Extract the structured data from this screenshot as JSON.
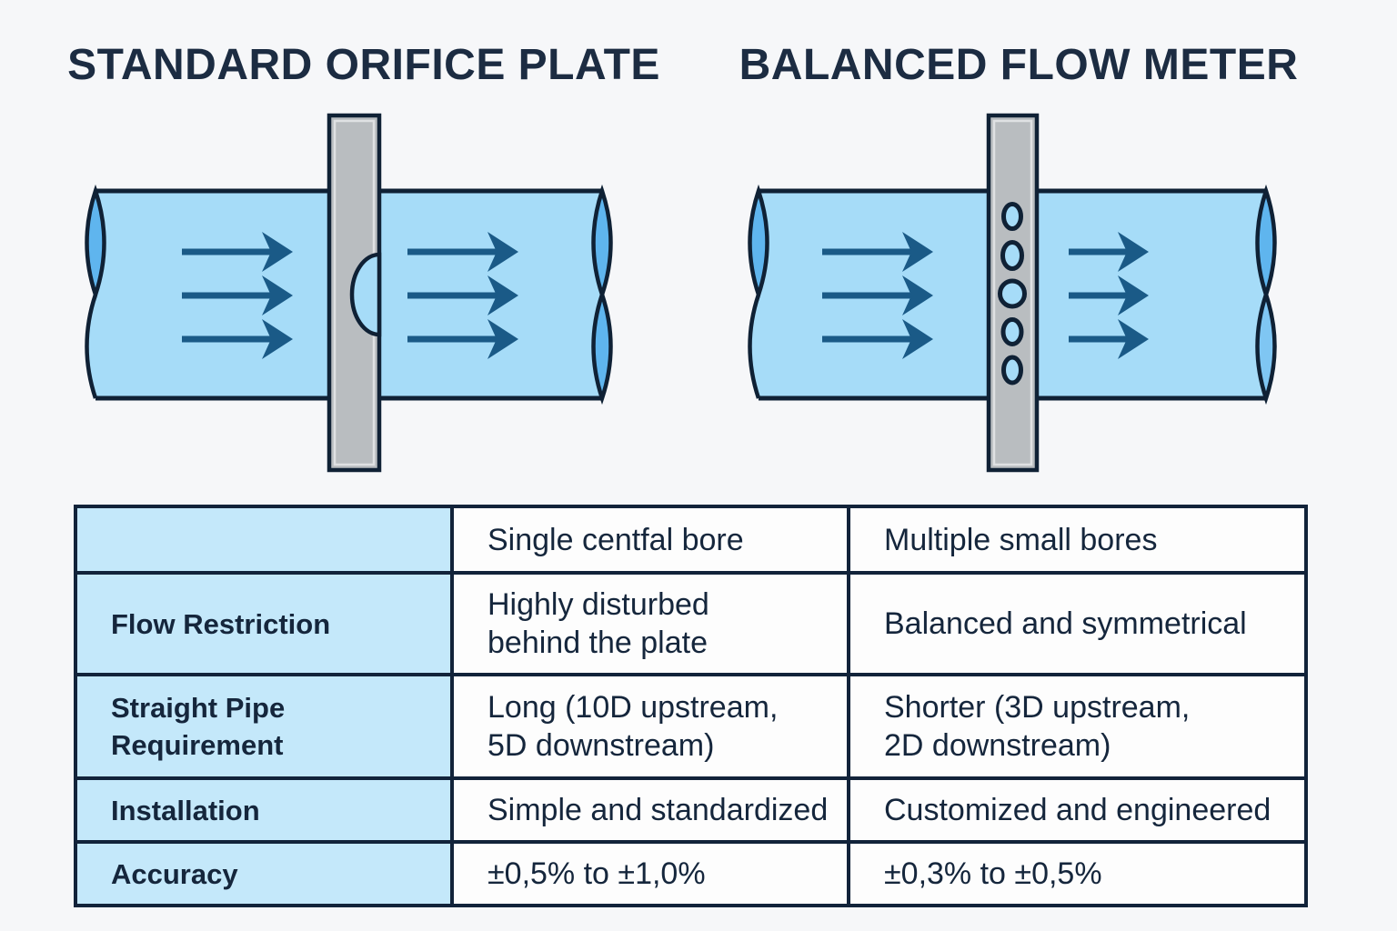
{
  "diagrams": {
    "orifice": {
      "title": "STANDARD ORIFICE PLATE"
    },
    "balanced": {
      "title": "BALANCED FLOW METER"
    }
  },
  "table": {
    "rows": [
      {
        "label": "",
        "orifice": "Single centfal bore",
        "balanced": "Multiple small bores"
      },
      {
        "label": "Flow Restriction",
        "orifice": "Highly disturbed\nbehind the plate",
        "balanced": "Balanced and symmetrical"
      },
      {
        "label": "Straight Pipe\nRequirement",
        "orifice": "Long (10D upstream,\n5D downstream)",
        "balanced": "Shorter (3D upstream,\n2D downstream)"
      },
      {
        "label": "Installation",
        "orifice": "Simple and standardized",
        "balanced": "Customized and engineered"
      },
      {
        "label": "Accuracy",
        "orifice": "±0,5% to ±1,0%",
        "balanced": "±0,3% to ±0,5%"
      }
    ]
  },
  "colors": {
    "bg": "#f6f7f9",
    "ink": "#15263c",
    "title": "#1c2c42",
    "outline": "#0f2135",
    "pipe": "#a6dcf8",
    "lens": "#5fb5ee",
    "lensLight": "#7fc6f3",
    "plate": "#b9bdc0",
    "arrow": "#1a5a87",
    "cellBlue": "#c4e8fa",
    "cellWhite": "#fdfdfd",
    "borderNavy": "#12233a"
  }
}
